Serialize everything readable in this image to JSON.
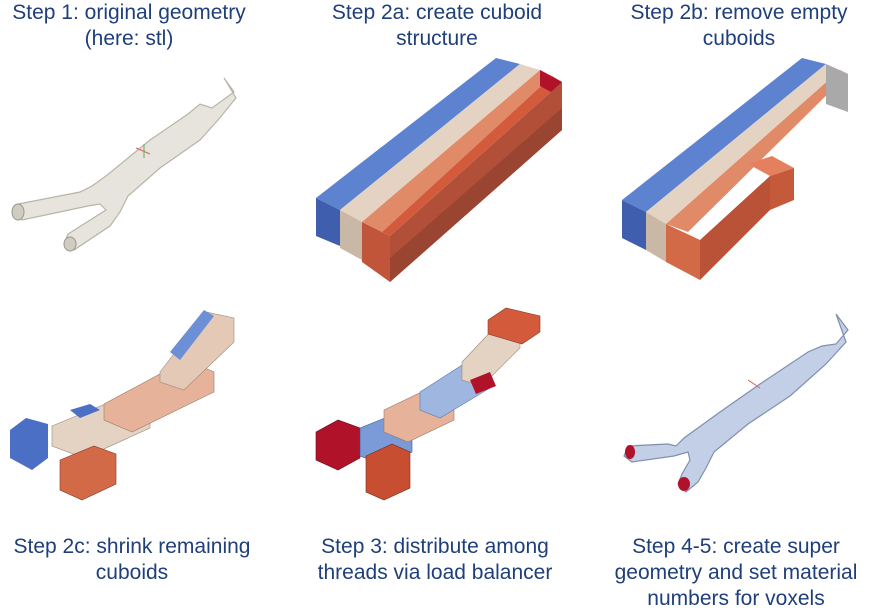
{
  "steps": [
    {
      "line1": "Step 1: original geometry",
      "line2": "(here: stl)"
    },
    {
      "line1": "Step 2a: create cuboid",
      "line2": "structure"
    },
    {
      "line1": "Step 2b: remove empty",
      "line2": "cuboids"
    },
    {
      "line1": "Step 2c: shrink remaining",
      "line2": "cuboids"
    },
    {
      "line1": "Step 3: distribute among",
      "line2": "threads via load balancer"
    },
    {
      "line1": "Step 4-5: create super",
      "line2": "geometry and set material",
      "line3": "numbers for voxels"
    }
  ],
  "colors": {
    "caption": "#1f3f7a",
    "blue": "#4a6fc4",
    "light_blue": "#9fb6e0",
    "beige": "#e4d3c2",
    "salmon": "#e39a7a",
    "orange_red": "#d45a3c",
    "dark_red": "#b0122a",
    "stl_gray": "#e6e4dc",
    "voxel_blue": "#c2cfe6"
  }
}
